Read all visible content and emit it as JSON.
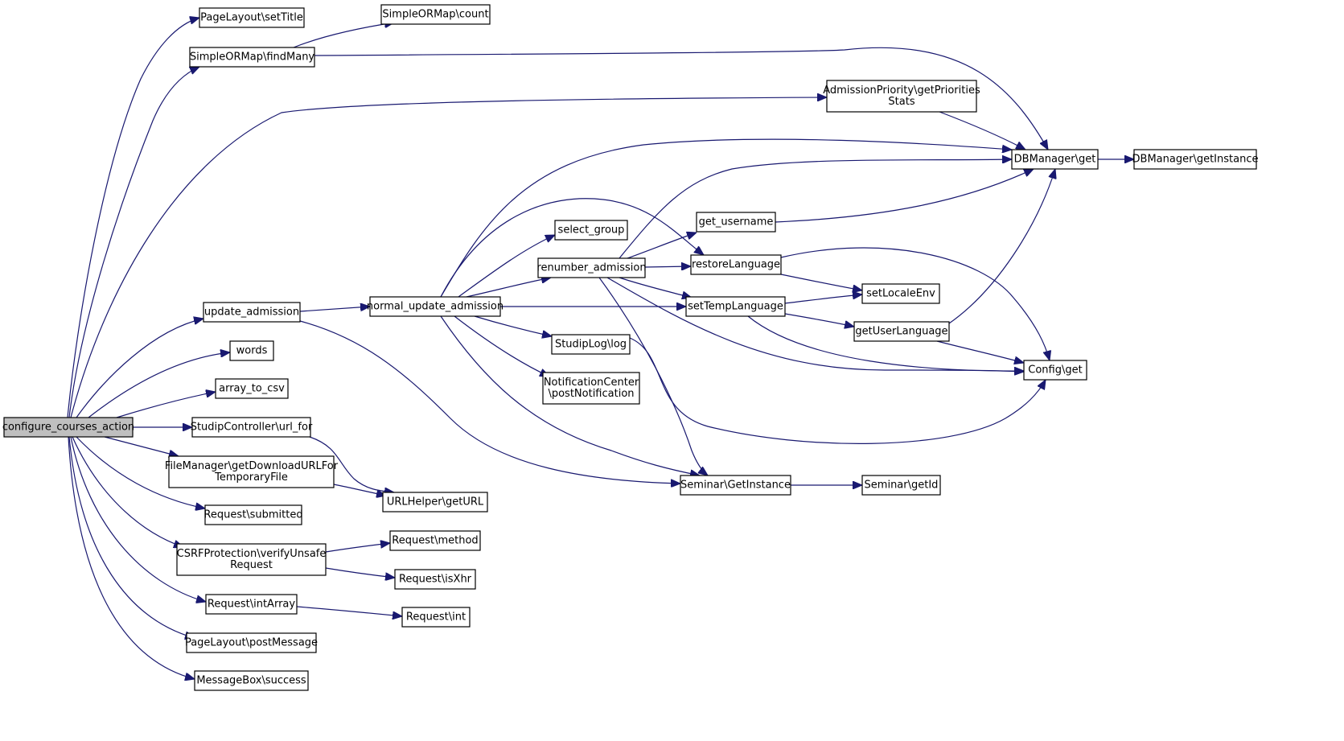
{
  "diagram": {
    "type": "call-graph",
    "colors": {
      "edge": "#191970",
      "node_border": "#000000",
      "root_fill": "#bfbfbf",
      "node_fill": "#ffffff"
    },
    "nodes": [
      {
        "id": "root",
        "lines": [
          "configure_courses_action"
        ],
        "root": true
      },
      {
        "id": "setTitle",
        "lines": [
          "PageLayout\\setTitle"
        ]
      },
      {
        "id": "findMany",
        "lines": [
          "SimpleORMap\\findMany"
        ]
      },
      {
        "id": "count",
        "lines": [
          "SimpleORMap\\count"
        ]
      },
      {
        "id": "getPrioritiesStats",
        "lines": [
          "AdmissionPriority\\getPriorities",
          "Stats"
        ]
      },
      {
        "id": "dbget",
        "lines": [
          "DBManager\\get"
        ]
      },
      {
        "id": "dbgetInstance",
        "lines": [
          "DBManager\\getInstance"
        ]
      },
      {
        "id": "update_admission",
        "lines": [
          "update_admission"
        ]
      },
      {
        "id": "normal_update_admission",
        "lines": [
          "normal_update_admission"
        ]
      },
      {
        "id": "select_group",
        "lines": [
          "select_group"
        ]
      },
      {
        "id": "renumber_admission",
        "lines": [
          "renumber_admission"
        ]
      },
      {
        "id": "get_username",
        "lines": [
          "get_username"
        ]
      },
      {
        "id": "restoreLanguage",
        "lines": [
          "restoreLanguage"
        ]
      },
      {
        "id": "setTempLanguage",
        "lines": [
          "setTempLanguage"
        ]
      },
      {
        "id": "setLocaleEnv",
        "lines": [
          "setLocaleEnv"
        ]
      },
      {
        "id": "getUserLanguage",
        "lines": [
          "getUserLanguage"
        ]
      },
      {
        "id": "configget",
        "lines": [
          "Config\\get"
        ]
      },
      {
        "id": "studiplog",
        "lines": [
          "StudipLog\\log"
        ]
      },
      {
        "id": "postNotification",
        "lines": [
          "NotificationCenter",
          "\\postNotification"
        ]
      },
      {
        "id": "words",
        "lines": [
          "words"
        ]
      },
      {
        "id": "array_to_csv",
        "lines": [
          "array_to_csv"
        ]
      },
      {
        "id": "url_for",
        "lines": [
          "StudipController\\url_for"
        ]
      },
      {
        "id": "getDownloadURL",
        "lines": [
          "FileManager\\getDownloadURLFor",
          "TemporaryFile"
        ]
      },
      {
        "id": "getURL",
        "lines": [
          "URLHelper\\getURL"
        ]
      },
      {
        "id": "seminarGetInstance",
        "lines": [
          "Seminar\\GetInstance"
        ]
      },
      {
        "id": "seminarGetId",
        "lines": [
          "Seminar\\getId"
        ]
      },
      {
        "id": "submitted",
        "lines": [
          "Request\\submitted"
        ]
      },
      {
        "id": "verifyUnsafe",
        "lines": [
          "CSRFProtection\\verifyUnsafe",
          "Request"
        ]
      },
      {
        "id": "method",
        "lines": [
          "Request\\method"
        ]
      },
      {
        "id": "isXhr",
        "lines": [
          "Request\\isXhr"
        ]
      },
      {
        "id": "intArray",
        "lines": [
          "Request\\intArray"
        ]
      },
      {
        "id": "reqint",
        "lines": [
          "Request\\int"
        ]
      },
      {
        "id": "postMessage",
        "lines": [
          "PageLayout\\postMessage"
        ]
      },
      {
        "id": "success",
        "lines": [
          "MessageBox\\success"
        ]
      }
    ]
  }
}
